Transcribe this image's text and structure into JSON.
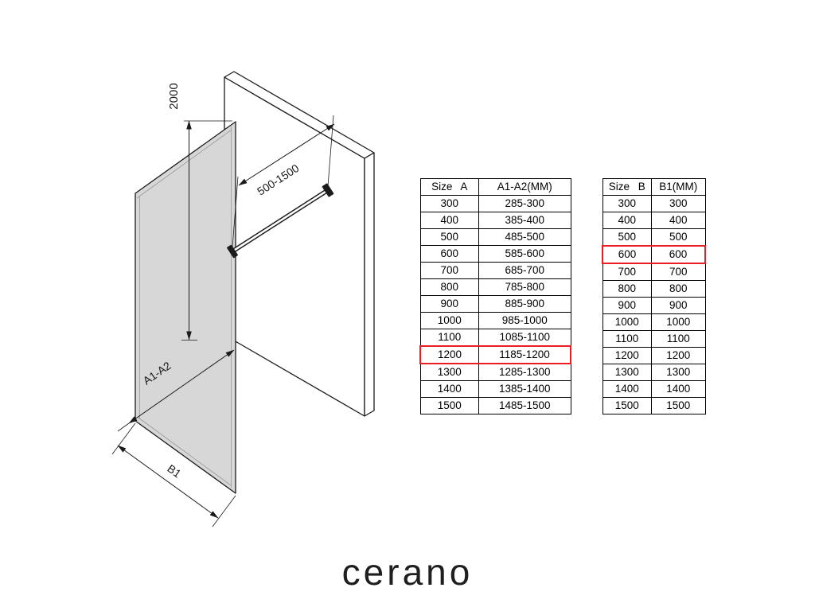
{
  "brand": {
    "logo_text": "cerano"
  },
  "diagram": {
    "labels": {
      "height": "2000",
      "bar_range": "500-1500",
      "panel_width": "A1-A2",
      "base_width": "B1"
    },
    "highlight_color": "#ec1c24"
  },
  "tableA": {
    "headers": [
      "Size A",
      "A1-A2(MM)"
    ],
    "rows": [
      [
        "300",
        "285-300"
      ],
      [
        "400",
        "385-400"
      ],
      [
        "500",
        "485-500"
      ],
      [
        "600",
        "585-600"
      ],
      [
        "700",
        "685-700"
      ],
      [
        "800",
        "785-800"
      ],
      [
        "900",
        "885-900"
      ],
      [
        "1000",
        "985-1000"
      ],
      [
        "1100",
        "1085-1100"
      ],
      [
        "1200",
        "1185-1200"
      ],
      [
        "1300",
        "1285-1300"
      ],
      [
        "1400",
        "1385-1400"
      ],
      [
        "1500",
        "1485-1500"
      ]
    ],
    "highlighted_row_index": 9,
    "highlighted_value": "1200"
  },
  "tableB": {
    "headers": [
      "Size B",
      "B1(MM)"
    ],
    "rows": [
      [
        "300",
        "300"
      ],
      [
        "400",
        "400"
      ],
      [
        "500",
        "500"
      ],
      [
        "600",
        "600"
      ],
      [
        "700",
        "700"
      ],
      [
        "800",
        "800"
      ],
      [
        "900",
        "900"
      ],
      [
        "1000",
        "1000"
      ],
      [
        "1100",
        "1100"
      ],
      [
        "1200",
        "1200"
      ],
      [
        "1300",
        "1300"
      ],
      [
        "1400",
        "1400"
      ],
      [
        "1500",
        "1500"
      ]
    ],
    "highlighted_row_index": 3,
    "highlighted_value": "600"
  }
}
